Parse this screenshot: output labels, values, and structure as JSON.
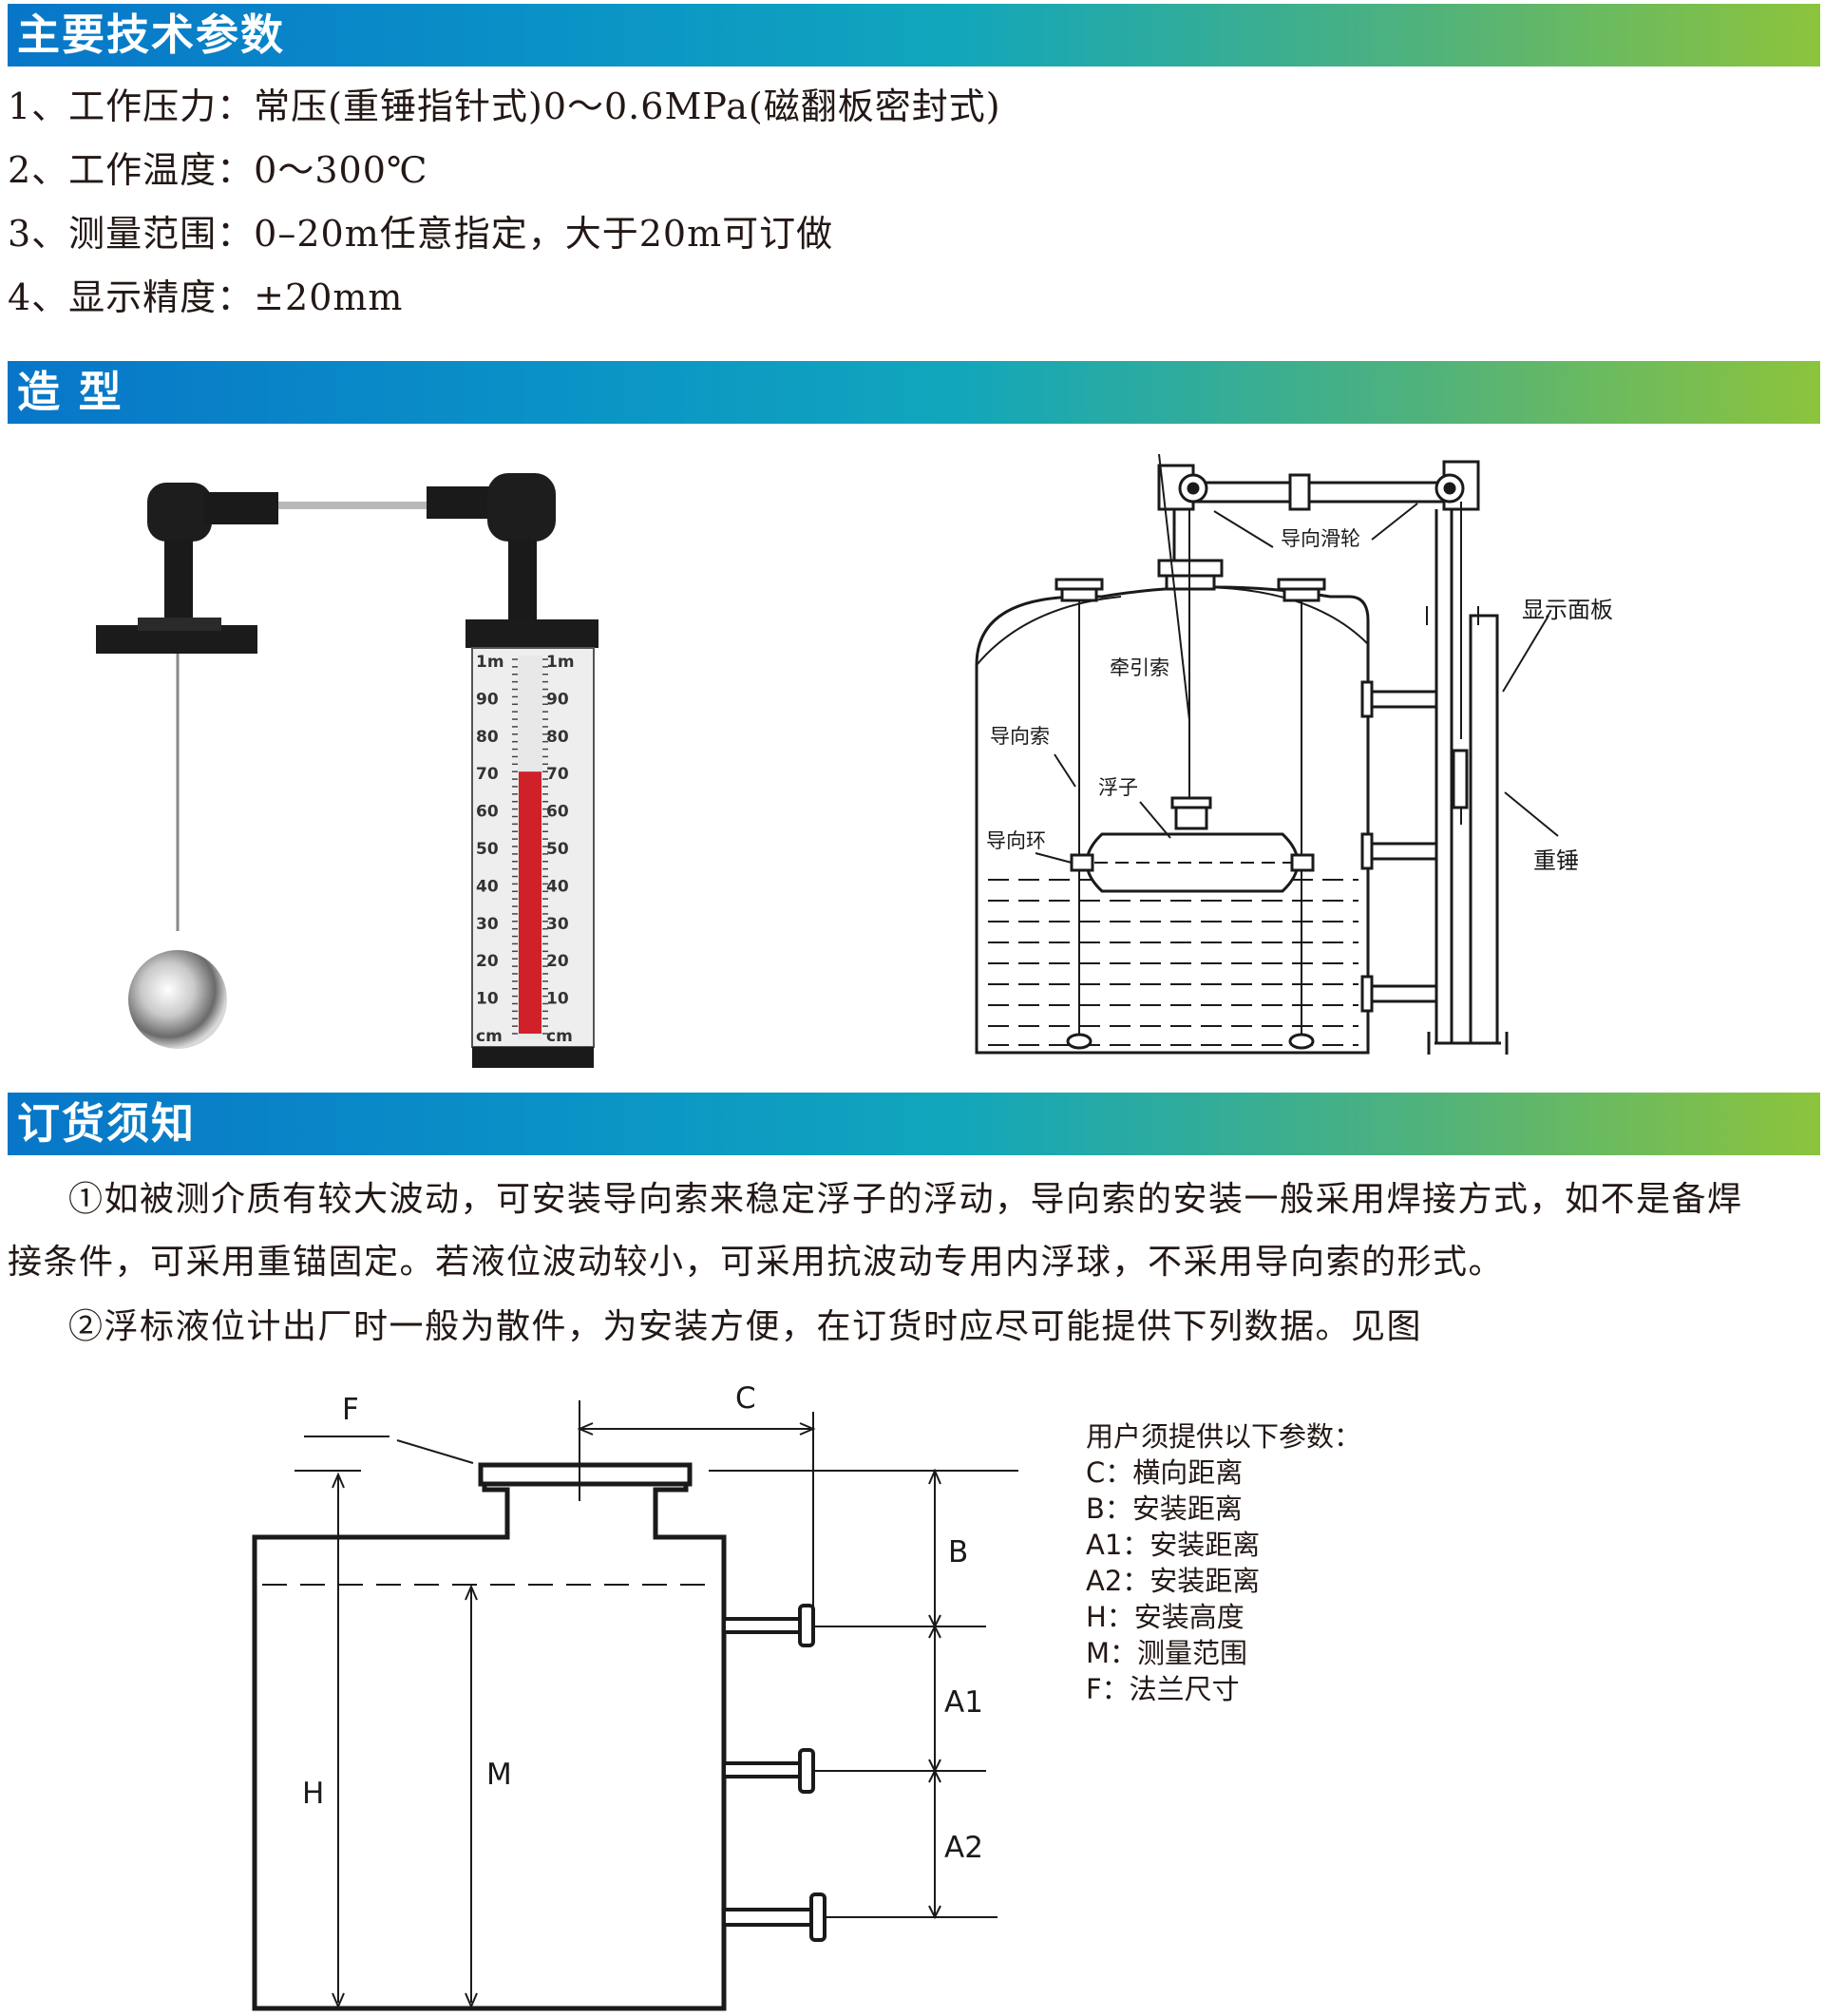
{
  "sections": {
    "specs_title": "主要技术参数",
    "shape_title": "造  型",
    "order_title": "订货须知"
  },
  "specs": [
    "1、工作压力：常压(重锤指针式)0～0.6MPa(磁翻板密封式)",
    "2、工作温度：0～300℃",
    "3、测量范围：0–20m任意指定，大于20m可订做",
    "4、显示精度：±20mm"
  ],
  "photo": {
    "scale_top": "1m",
    "scale_labels": [
      "1m",
      "90",
      "80",
      "70",
      "60",
      "50",
      "40",
      "30",
      "20",
      "10",
      "cm"
    ],
    "level_fraction": 0.7
  },
  "schematic": {
    "labels": {
      "pulley": "导向滑轮",
      "panel": "显示面板",
      "cable": "牵引索",
      "guide_rope": "导向索",
      "float": "浮子",
      "guide_ring": "导向环",
      "weight": "重锤"
    }
  },
  "notes": {
    "note1_line1": "①如被测介质有较大波动，可安装导向索来稳定浮子的浮动，导向索的安装一般采用焊接方式，如不是备焊",
    "note1_line2": "接条件，可采用重锚固定。若液位波动较小，可采用抗波动专用内浮球，不采用导向索的形式。",
    "note2": "②浮标液位计出厂时一般为散件，为安装方便，在订货时应尽可能提供下列数据。见图"
  },
  "dimension_diagram": {
    "labels": {
      "F": "F",
      "C": "C",
      "B": "B",
      "A1": "A1",
      "A2": "A2",
      "H": "H",
      "M": "M"
    },
    "params_title": "用户须提供以下参数：",
    "params": [
      "C：横向距离",
      "B：安装距离",
      "A1：安装距离",
      "A2：安装距离",
      "H：安装高度",
      "M：测量范围",
      "F：法兰尺寸"
    ]
  }
}
